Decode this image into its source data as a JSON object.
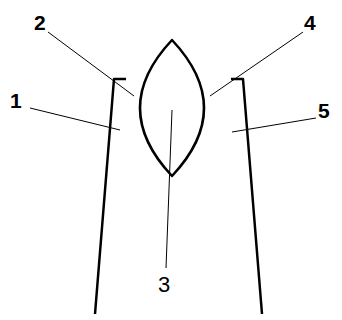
{
  "diagram": {
    "labels": [
      "2",
      "4",
      "1",
      "5",
      "3"
    ]
  }
}
